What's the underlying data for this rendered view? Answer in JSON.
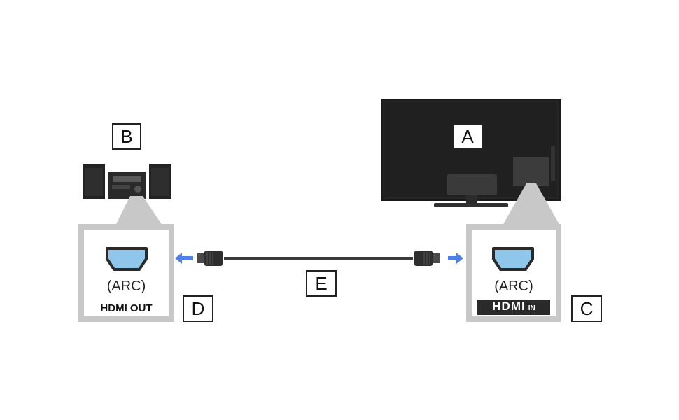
{
  "labels": {
    "a": "A",
    "b": "B",
    "c": "C",
    "d": "D",
    "e": "E"
  },
  "receiver_port": {
    "arc": "(ARC)",
    "caption": "HDMI OUT"
  },
  "tv_port": {
    "arc": "(ARC)",
    "badge_main": "HDMI",
    "badge_sub": "IN"
  },
  "colors": {
    "arrow": "#4f7fe8",
    "port_fill": "#8fc6ea",
    "panel_border": "#c8c8c8",
    "tv_body": "#1c1c1c"
  },
  "icons": [
    "tv-icon",
    "audio-system-icon",
    "hdmi-port-icon",
    "hdmi-cable-icon",
    "arrow-left-icon",
    "arrow-right-icon"
  ]
}
